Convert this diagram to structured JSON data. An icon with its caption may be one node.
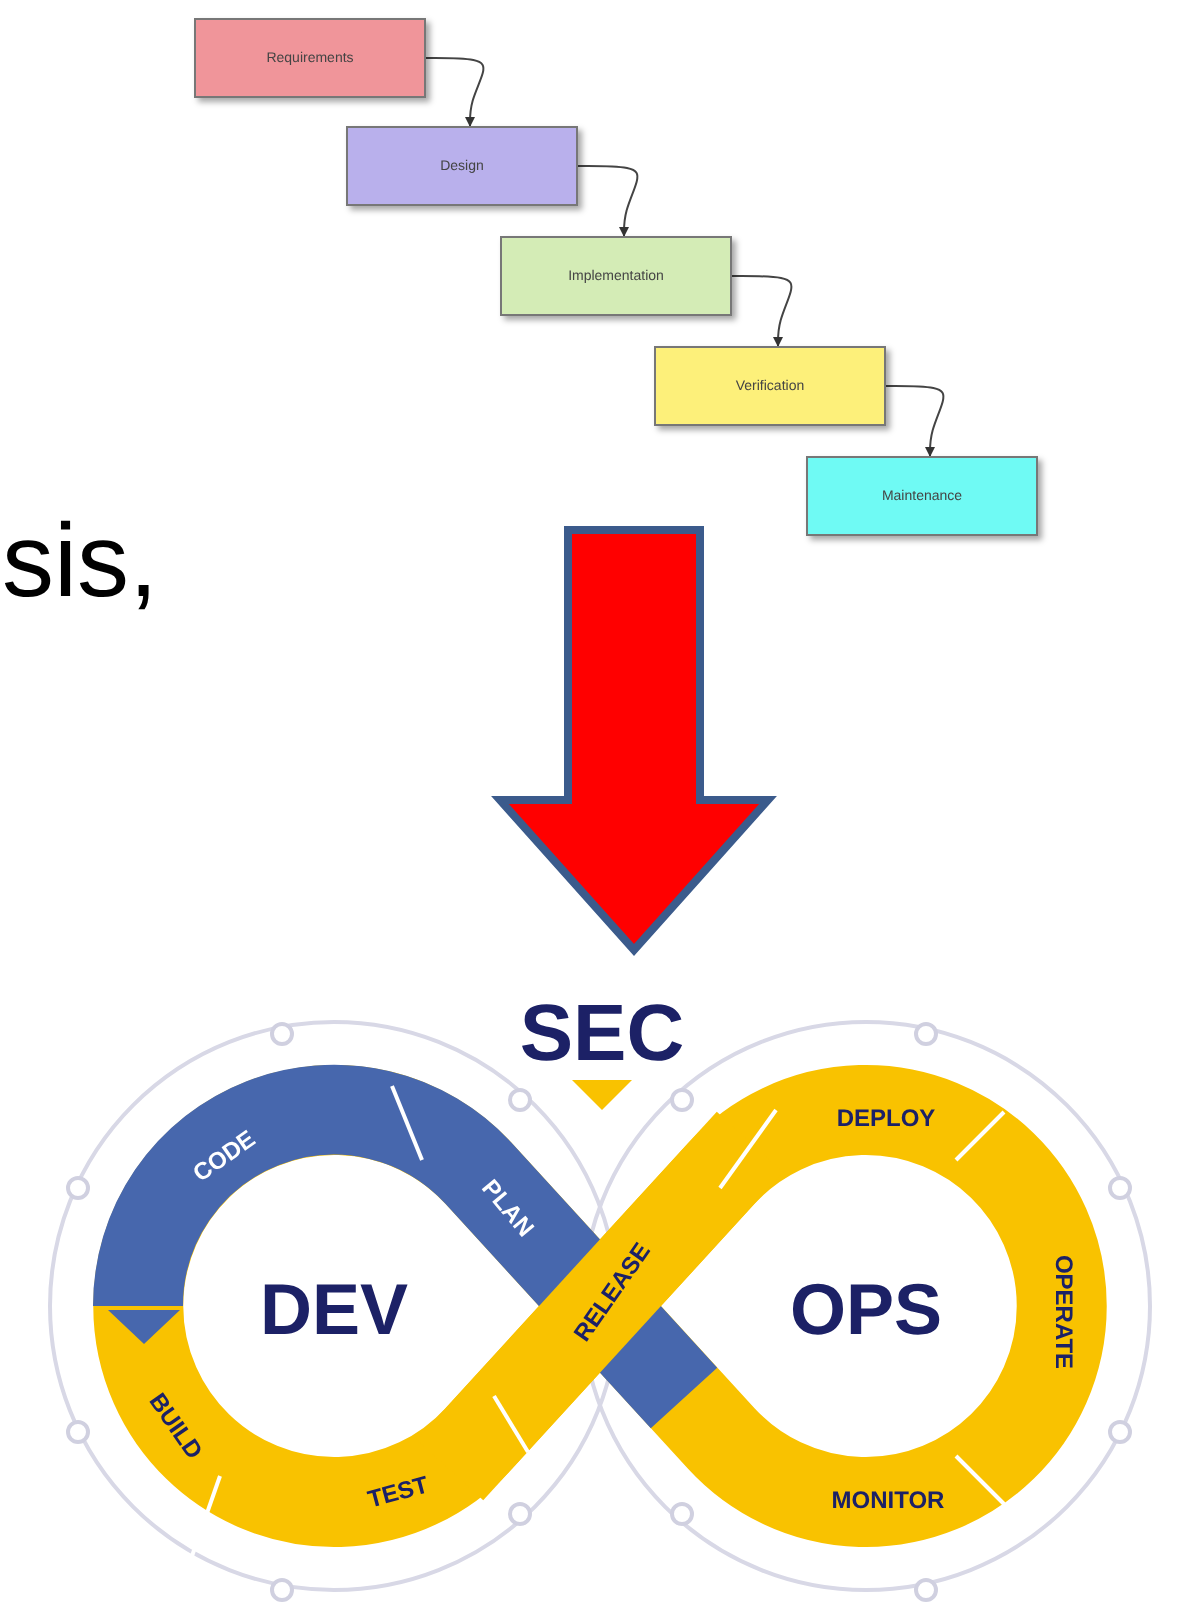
{
  "diagram": {
    "nodes": [
      {
        "text": [
          "Requirements"
        ]
      },
      {
        "text": [
          "Design"
        ]
      },
      {
        "text": [
          "Implementation"
        ]
      },
      {
        "text": [
          "Verification"
        ]
      },
      {
        "text": [
          "Maintenance"
        ]
      }
    ],
    "edges": [
      {
        "from": 0,
        "to": 1,
        "arrow": "to"
      },
      {
        "from": 1,
        "to": 2,
        "arrow": "to"
      },
      {
        "from": 2,
        "to": 3,
        "arrow": "to"
      },
      {
        "from": 3,
        "to": 4,
        "arrow": "to"
      }
    ],
    "labels": [
      "sis,",
      "SEC",
      "CODE",
      "PLAN",
      "DEV",
      "RELEASE",
      "OPS",
      "DEPLOY",
      "OPERATE",
      "BUILD",
      "TEST",
      "MONITOR"
    ]
  }
}
